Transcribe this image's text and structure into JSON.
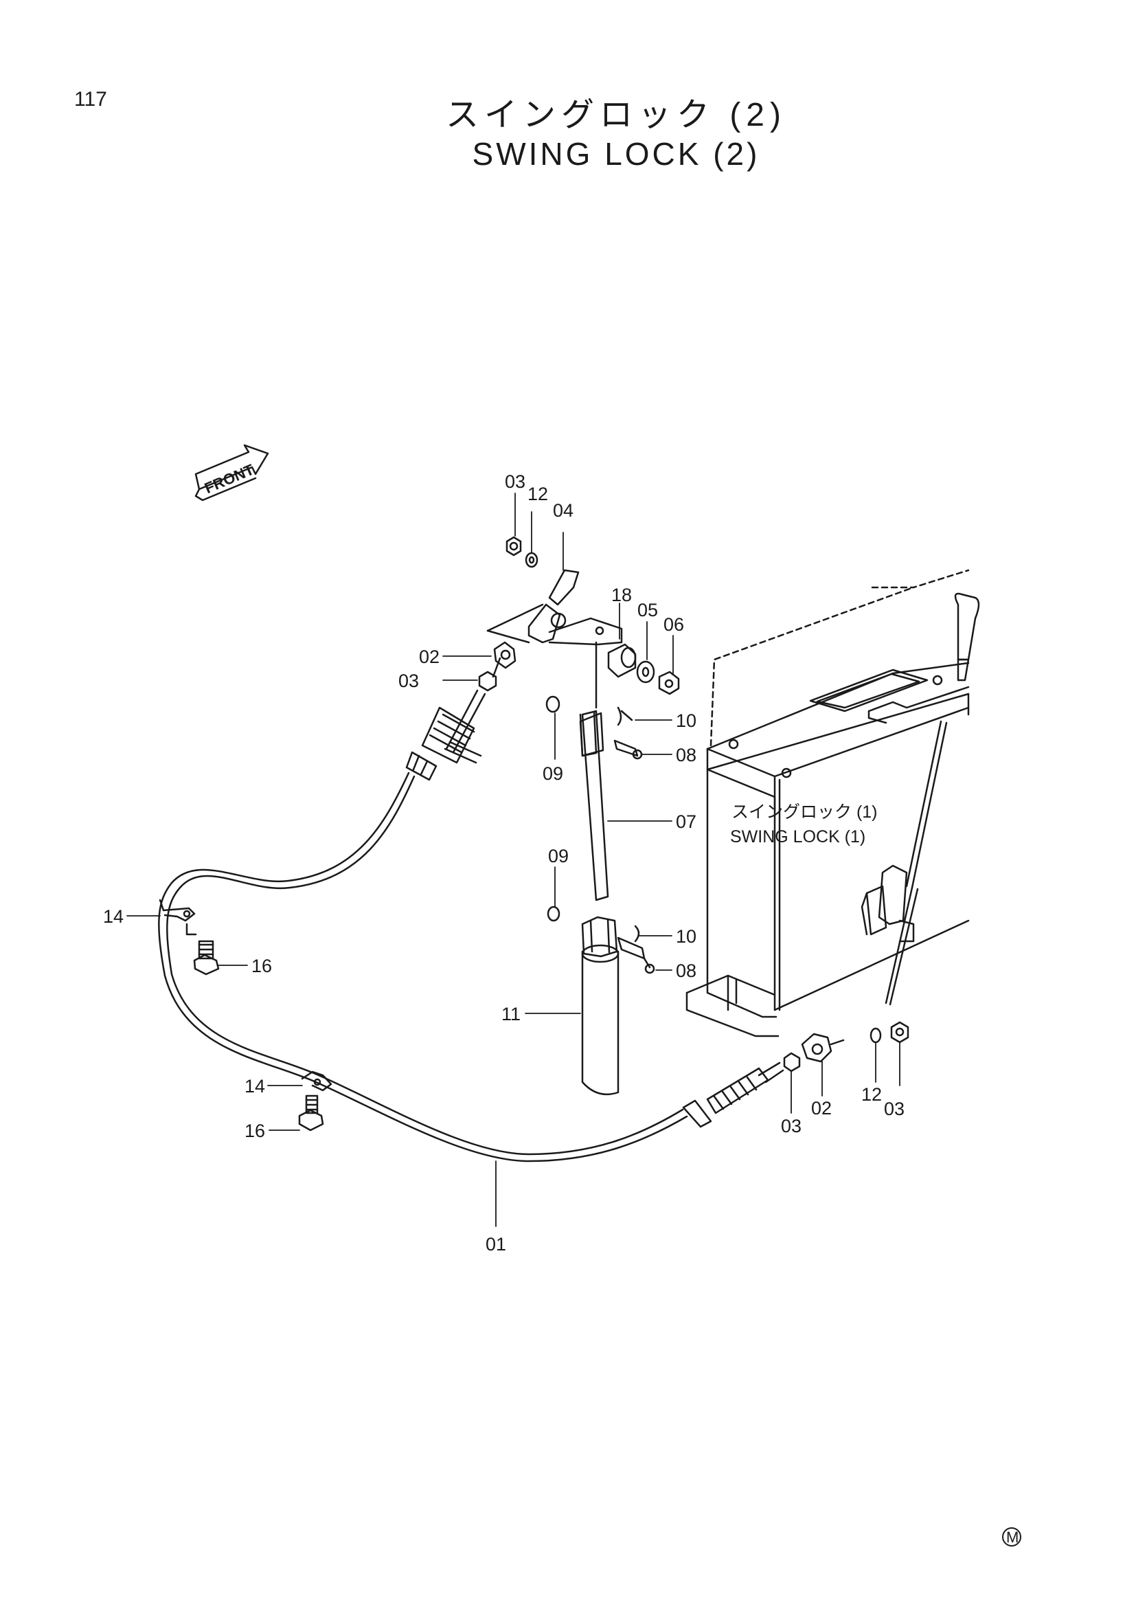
{
  "page_number": "117",
  "title_ja": "スイングロック (2)",
  "title_en": "SWING LOCK (2)",
  "front_label": "FRONT",
  "reference": {
    "label_ja": "スイングロック (1)",
    "label_en": "SWING LOCK (1)"
  },
  "callouts": {
    "c03a": "03",
    "c12a": "12",
    "c04": "04",
    "c18": "18",
    "c05": "05",
    "c06": "06",
    "c02a": "02",
    "c03b": "03",
    "c10a": "10",
    "c08a": "08",
    "c09a": "09",
    "c07": "07",
    "c09b": "09",
    "c10b": "10",
    "c08b": "08",
    "c11": "11",
    "c14a": "14",
    "c16a": "16",
    "c14b": "14",
    "c16b": "16",
    "c01": "01",
    "c03c": "03",
    "c02b": "02",
    "c12b": "12",
    "c03d": "03"
  },
  "mark": "M"
}
